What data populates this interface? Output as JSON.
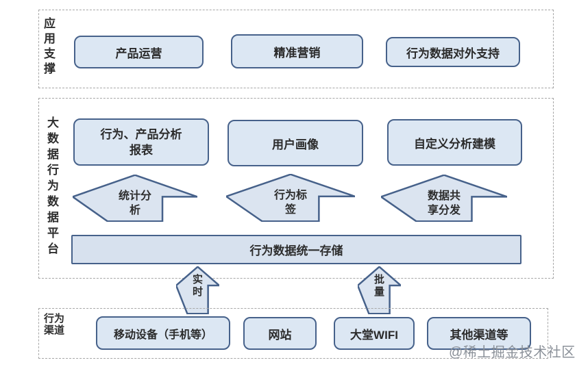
{
  "app_support": {
    "label": "应用支撑",
    "boxes": [
      "产品运营",
      "精准营销",
      "行为数据对外支持"
    ]
  },
  "platform": {
    "label": "大数据行为数据平台",
    "boxes": [
      "行为、产品分析报表",
      "用户画像",
      "自定义分析建模"
    ],
    "capability_arrows": [
      "统计分析",
      "行为标签",
      "数据共享分发"
    ],
    "storage_bar": "行为数据统一存储"
  },
  "ingest_arrows": [
    "实时",
    "批量"
  ],
  "channels": {
    "label": "行为渠道",
    "boxes": [
      "移动设备（手机等）",
      "网站",
      "大堂WIFI",
      "其他渠道等"
    ]
  },
  "watermark": "@稀土掘金技术社区",
  "colors": {
    "node_fill": "#dce7f3",
    "node_border": "#46618a",
    "dashed_border": "#a6a6a6",
    "text": "#2b2b2b",
    "watermark": "#8b9199"
  }
}
